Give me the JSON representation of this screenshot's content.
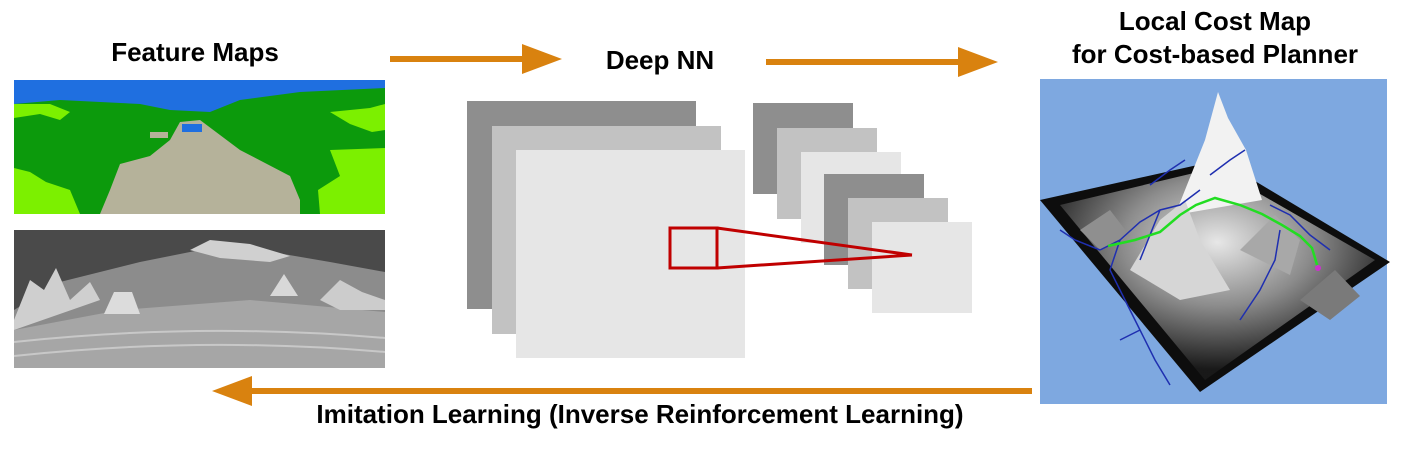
{
  "labels": {
    "feature_maps": "Feature Maps",
    "deep_nn": "Deep NN",
    "cost_map_line1": "Local Cost Map",
    "cost_map_line2": "for Cost-based Planner",
    "feedback": "Imitation Learning (Inverse Reinforcement Learning)"
  },
  "colors": {
    "arrow": "#d9820f",
    "kernel": "#c00000",
    "sky": "#1f6fe0",
    "vegetation_dark": "#0c9a0c",
    "vegetation_light": "#7cf000",
    "road": "#b5b29a",
    "cost_background": "#7ea8e0",
    "path_green": "#22dd22",
    "tree_blue": "#1f2fb0"
  }
}
